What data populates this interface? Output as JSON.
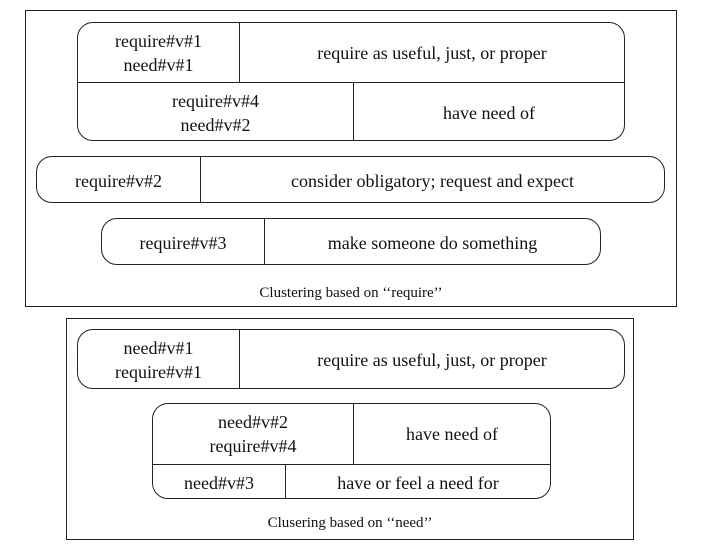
{
  "require_panel": {
    "caption": "Clustering based on ‘‘require’’",
    "groups": [
      {
        "rows": [
          {
            "senses": [
              "require#v#1",
              "need#v#1"
            ],
            "gloss": "require as useful, just, or proper"
          },
          {
            "senses": [
              "require#v#4",
              "need#v#2"
            ],
            "gloss": "have need of"
          }
        ]
      },
      {
        "rows": [
          {
            "senses": [
              "require#v#2"
            ],
            "gloss": "consider obligatory; request and expect"
          }
        ]
      },
      {
        "rows": [
          {
            "senses": [
              "require#v#3"
            ],
            "gloss": "make someone do something"
          }
        ]
      }
    ]
  },
  "need_panel": {
    "caption": "Clusering based on ‘‘need’’",
    "groups": [
      {
        "rows": [
          {
            "senses": [
              "need#v#1",
              "require#v#1"
            ],
            "gloss": "require as useful, just, or proper"
          }
        ]
      },
      {
        "rows": [
          {
            "senses": [
              "need#v#2",
              "require#v#4"
            ],
            "gloss": "have need of"
          },
          {
            "senses": [
              "need#v#3"
            ],
            "gloss": "have or feel a need for"
          }
        ]
      }
    ]
  }
}
